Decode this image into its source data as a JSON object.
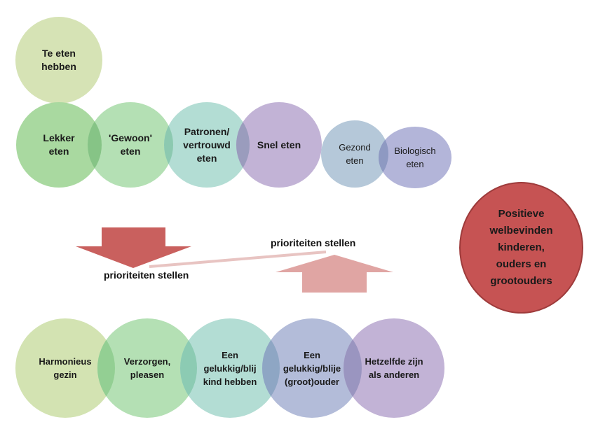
{
  "top_circle": {
    "label": "Te eten\nhebben",
    "color": "#d6e3b5"
  },
  "top_row": [
    {
      "label": "Lekker\neten",
      "color": "#a9d9a0",
      "bold": true
    },
    {
      "label": "'Gewoon'\neten",
      "color": "#b4e0b4",
      "bold": true
    },
    {
      "label": "Patronen/\nvertrouwd\neten",
      "color": "#b3ddd4",
      "bold": true
    },
    {
      "label": "Snel eten",
      "color": "#c2b3d6",
      "bold": true
    },
    {
      "label": "Gezond\neten",
      "color": "#b5c8d9",
      "bold": false
    },
    {
      "label": "Biologisch\neten",
      "color": "#b3b5d9",
      "bold": false
    }
  ],
  "bottom_row": [
    {
      "label": "Harmonieus\ngezin",
      "color": "#d3e3b2"
    },
    {
      "label": "Verzorgen,\npleasen",
      "color": "#b4e0b4"
    },
    {
      "label": "Een\ngelukkig/blij\nkind hebben",
      "color": "#b3ddd4"
    },
    {
      "label": "Een\ngelukkig/blije\n(groot)ouder",
      "color": "#b3bcd9"
    },
    {
      "label": "Hetzelfde zijn\nals anderen",
      "color": "#c2b3d6"
    }
  ],
  "right_circle": {
    "label": "Positieve\nwelbevinden\nkinderen,\nouders en\ngrootouders",
    "color": "#c65353",
    "border": "#9e3b3b"
  },
  "arrows": {
    "down_label": "prioriteiten stellen",
    "up_label": "prioriteiten stellen",
    "down_color": "#c9605e",
    "up_color": "#e0a5a3"
  }
}
